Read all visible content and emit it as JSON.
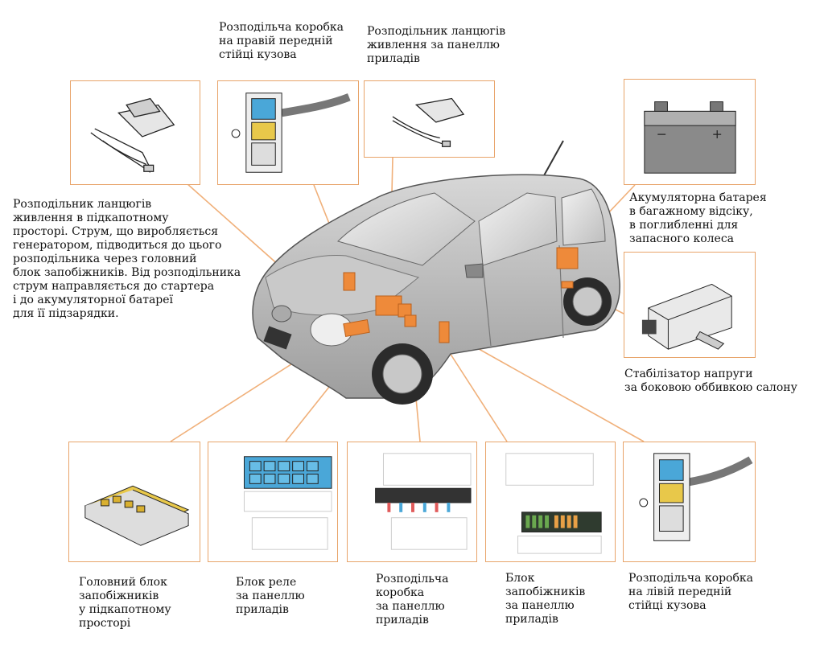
{
  "colors": {
    "leader": "#f0b07a",
    "box_border": "#e8a46a",
    "module": "#ee8a3a",
    "relay_blue": "#4aa7d8",
    "fuse_yellow": "#e8c84a"
  },
  "labels": {
    "top_right_pillar": "Розподільча коробка\nна правій передній\nстійці кузова",
    "top_dash_distributor": "Розподільник ланцюгів\nживлення за панеллю\nприладів",
    "engine_distributor": "Розподільник ланцюгів\nживлення в підкапотному\nпросторі. Струм, що виробляється\nгенератором, підводиться до цього\nрозподільника через головний\nблок запобіжників. Від розподільника\nструм направляється до стартера\nі до акумуляторної батареї\nдля її підзарядки.",
    "battery": "Акумуляторна батарея\nв багажному відсіку,\nв поглибленні для\nзапасного колеса",
    "stabilizer": "Стабілізатор напруги\nза боковою оббивкою салону",
    "main_fuse": "Головний блок\nзапобіжників\nу підкапотному\nпросторі",
    "relay_block": "Блок реле\nза панеллю\nприладів",
    "dash_box": "Розподільча\nкоробка\nза панеллю\nприладів",
    "fuse_block": "Блок\nзапобіжників\nза панеллю\nприладів",
    "left_pillar": "Розподільча коробка\nна лівій передній\nстійці кузова"
  }
}
